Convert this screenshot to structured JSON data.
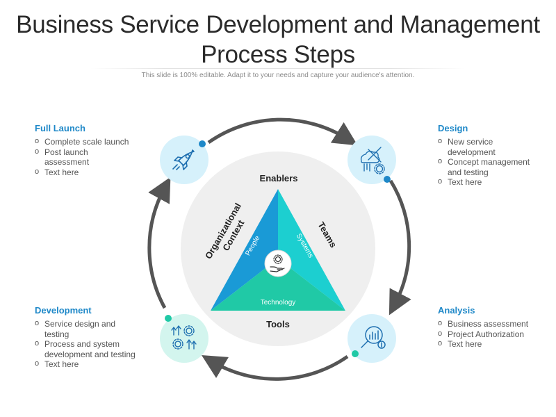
{
  "title": "Business Service Development and Management Process Steps",
  "subtitle": "This slide is 100% editable. Adapt it to your needs and capture your audience's attention.",
  "steps": [
    {
      "heading": "Full Launch",
      "items": [
        "Complete scale launch",
        "Post launch assessment",
        "Text here"
      ],
      "icon": "rocket-icon"
    },
    {
      "heading": "Design",
      "items": [
        "New service development",
        "Concept management and testing",
        "Text here"
      ],
      "icon": "design-tools-icon"
    },
    {
      "heading": "Analysis",
      "items": [
        "Business assessment",
        "Project Authorization",
        "Text here"
      ],
      "icon": "analysis-magnifier-icon"
    },
    {
      "heading": "Development",
      "items": [
        "Service design and testing",
        "Process and system development and testing",
        "Text here"
      ],
      "icon": "growth-gears-icon"
    }
  ],
  "center": {
    "top_label": "Enablers",
    "bottom_label": "Tools",
    "left_label": "Organizational Context",
    "right_label": "Teams",
    "segment_people": "People",
    "segment_systems": "Systems",
    "segment_technology": "Technology",
    "center_icon": "hand-gear-icon"
  },
  "colors": {
    "heading": "#1e88c8",
    "arrow": "#555555",
    "dot": "#1e88c8",
    "icon_circle_blue": "#d6f1fb",
    "icon_circle_green": "#d3f5ee",
    "triangle_left": "#1a9ad6",
    "triangle_right": "#1ccfd0",
    "triangle_bottom": "#20c9a6",
    "center_disc": "#efefef"
  }
}
